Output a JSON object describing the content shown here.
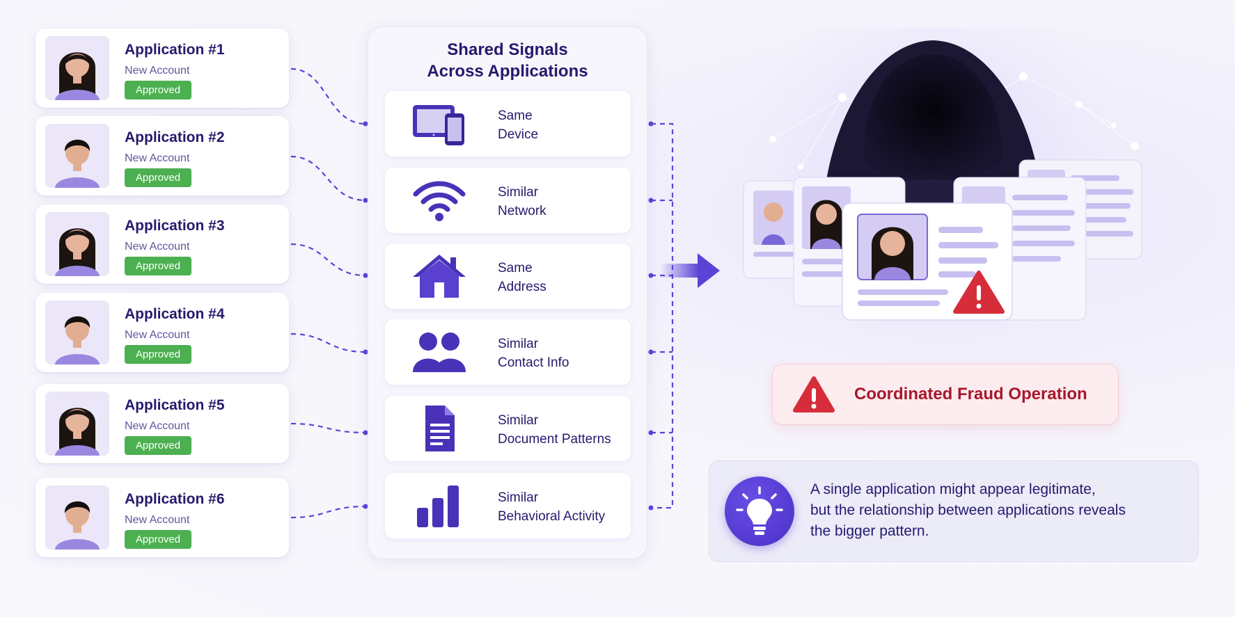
{
  "applications": [
    {
      "title": "Application #1",
      "subtitle": "New Account",
      "status": "Approved",
      "avatar": "female-avatar"
    },
    {
      "title": "Application #2",
      "subtitle": "New Account",
      "status": "Approved",
      "avatar": "male-avatar"
    },
    {
      "title": "Application #3",
      "subtitle": "New Account",
      "status": "Approved",
      "avatar": "female-avatar"
    },
    {
      "title": "Application #4",
      "subtitle": "New Account",
      "status": "Approved",
      "avatar": "male-avatar"
    },
    {
      "title": "Application #5",
      "subtitle": "New Account",
      "status": "Approved",
      "avatar": "female-avatar"
    },
    {
      "title": "Application #6",
      "subtitle": "New Account",
      "status": "Approved",
      "avatar": "male-avatar"
    }
  ],
  "signals": {
    "title_line1": "Shared Signals",
    "title_line2": "Across Applications",
    "items": [
      {
        "line1": "Same",
        "line2": "Device",
        "icon": "devices-icon"
      },
      {
        "line1": "Similar",
        "line2": "Network",
        "icon": "wifi-icon"
      },
      {
        "line1": "Same",
        "line2": "Address",
        "icon": "house-icon"
      },
      {
        "line1": "Similar",
        "line2": "Contact Info",
        "icon": "people-icon"
      },
      {
        "line1": "Similar",
        "line2": "Document Patterns",
        "icon": "document-icon"
      },
      {
        "line1": "Similar",
        "line2": "Behavioral Activity",
        "icon": "bar-chart-icon"
      }
    ]
  },
  "fraud": {
    "banner_text": "Coordinated Fraud Operation",
    "icon": "warning-icon"
  },
  "insight": {
    "line1": "A single application might appear legitimate,",
    "line2": "but the relationship between applications reveals",
    "line3": "the bigger pattern.",
    "icon": "lightbulb-icon"
  },
  "colors": {
    "accent": "#4a2fc7",
    "approved": "#4caf50",
    "alert": "#d62d3a",
    "heading": "#241a6d"
  }
}
